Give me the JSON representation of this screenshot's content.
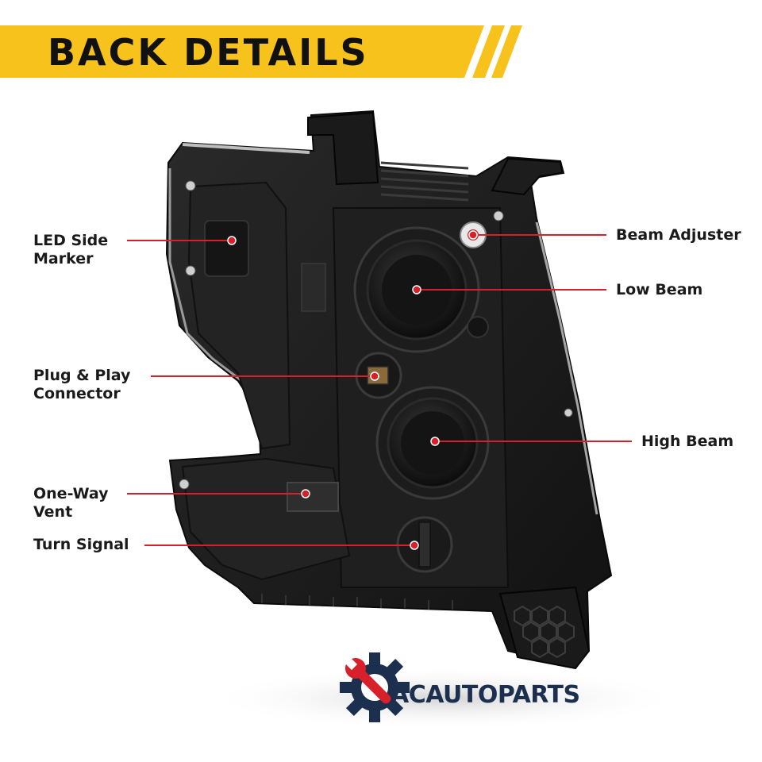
{
  "banner": {
    "title": "BACK DETAILS",
    "accent_color": "#f7c21b",
    "text_color": "#111111"
  },
  "callouts": {
    "led_side_marker": {
      "lines": [
        "LED Side",
        "Marker"
      ]
    },
    "plug_play_connector": {
      "lines": [
        "Plug & Play",
        "Connector"
      ]
    },
    "one_way_vent": {
      "lines": [
        "One-Way",
        "Vent"
      ]
    },
    "turn_signal": {
      "lines": [
        "Turn Signal"
      ]
    },
    "beam_adjuster": {
      "lines": [
        "Beam Adjuster"
      ]
    },
    "low_beam": {
      "lines": [
        "Low Beam"
      ]
    },
    "high_beam": {
      "lines": [
        "High Beam"
      ]
    },
    "line_color": "#d8202a"
  },
  "logo": {
    "name": "ACAUTOPARTS",
    "icon": "gear-wrench-icon",
    "gear_color": "#1d2f4f",
    "wrench_color": "#d8202a"
  }
}
